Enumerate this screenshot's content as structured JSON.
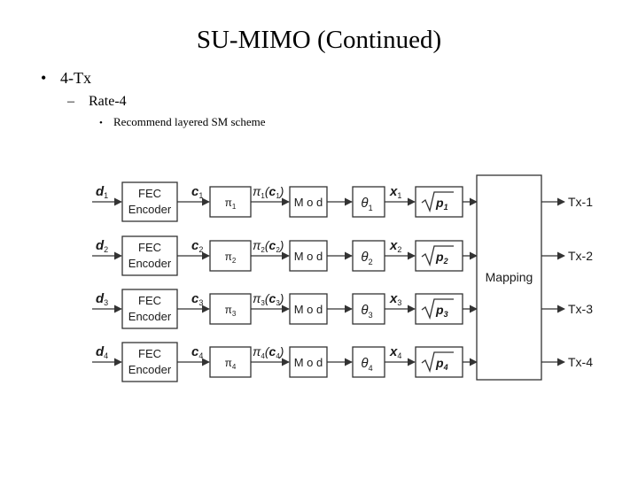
{
  "title": "SU-MIMO (Continued)",
  "bullets": {
    "level1": {
      "marker": "•",
      "text": "4-Tx"
    },
    "level2": {
      "marker": "–",
      "text": "Rate-4"
    },
    "level3": {
      "marker": "•",
      "text": "Recommend layered SM scheme"
    }
  },
  "diagram": {
    "fec_line1": "FEC",
    "fec_line2": "Encoder",
    "mod_label": "M o d",
    "pi_symbol": "π",
    "theta_symbol": "θ",
    "mapping_label": "Mapping",
    "streams": [
      {
        "d": "d",
        "c": "c",
        "x": "x",
        "p": "p",
        "index": "1",
        "tx": "Tx-1"
      },
      {
        "d": "d",
        "c": "c",
        "x": "x",
        "p": "p",
        "index": "2",
        "tx": "Tx-2"
      },
      {
        "d": "d",
        "c": "c",
        "x": "x",
        "p": "p",
        "index": "3",
        "tx": "Tx-3"
      },
      {
        "d": "d",
        "c": "c",
        "x": "x",
        "p": "p",
        "index": "4",
        "tx": "Tx-4"
      }
    ]
  }
}
